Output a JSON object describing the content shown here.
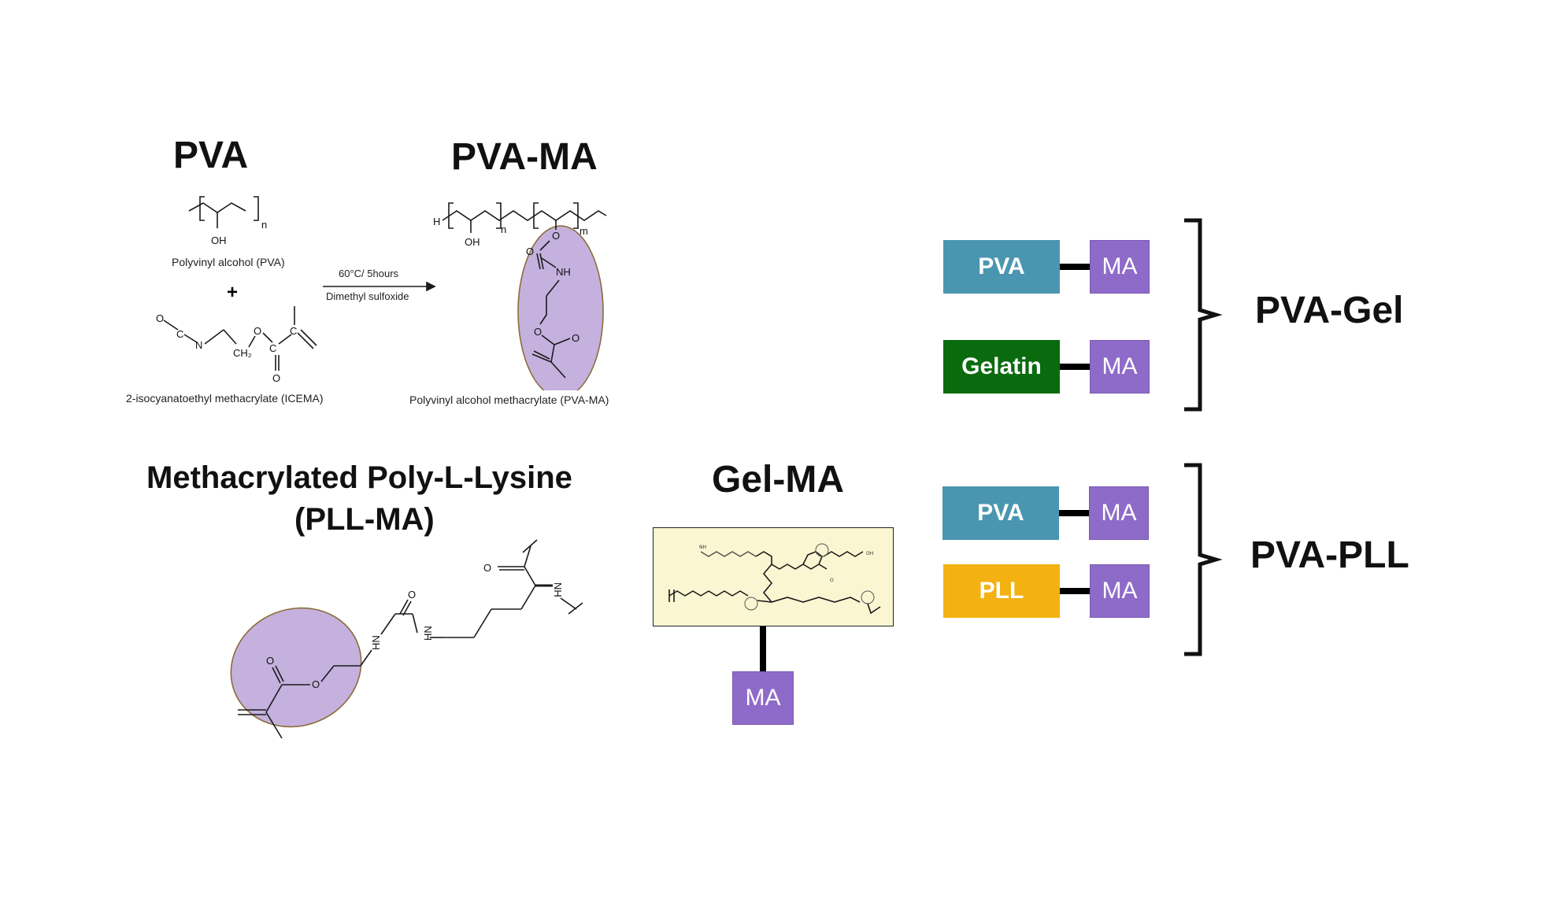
{
  "colors": {
    "pva": "#4a96b0",
    "gelatin": "#0a6b0e",
    "pll": "#f3b211",
    "ma": "#8e6bc8",
    "highlight": "#c4b1de",
    "gel_box": "#fbf6d2"
  },
  "top_left": {
    "pva_title": "PVA",
    "pva_ma_title": "PVA-MA",
    "pva_caption": "Polyvinyl alcohol (PVA)",
    "plus": "+",
    "icema_caption": "2-isocyanatoethyl methacrylate (ICEMA)",
    "conditions_top": "60°C/ 5hours",
    "conditions_bottom": "Dimethyl sulfoxide",
    "pva_ma_caption": "Polyvinyl alcohol methacrylate (PVA-MA)"
  },
  "bottom_left": {
    "title_line1": "Methacrylated Poly-L-Lysine",
    "title_line2": "(PLL-MA)"
  },
  "gel_ma": {
    "title": "Gel-MA",
    "ma_label": "MA"
  },
  "groups": [
    {
      "name": "PVA-Gel",
      "rows": [
        {
          "label": "PVA",
          "color": "#4a96b0",
          "ma": "MA"
        },
        {
          "label": "Gelatin",
          "color": "#0a6b0e",
          "ma": "MA"
        }
      ]
    },
    {
      "name": "PVA-PLL",
      "rows": [
        {
          "label": "PVA",
          "color": "#4a96b0",
          "ma": "MA"
        },
        {
          "label": "PLL",
          "color": "#f3b211",
          "ma": "MA"
        }
      ]
    }
  ]
}
